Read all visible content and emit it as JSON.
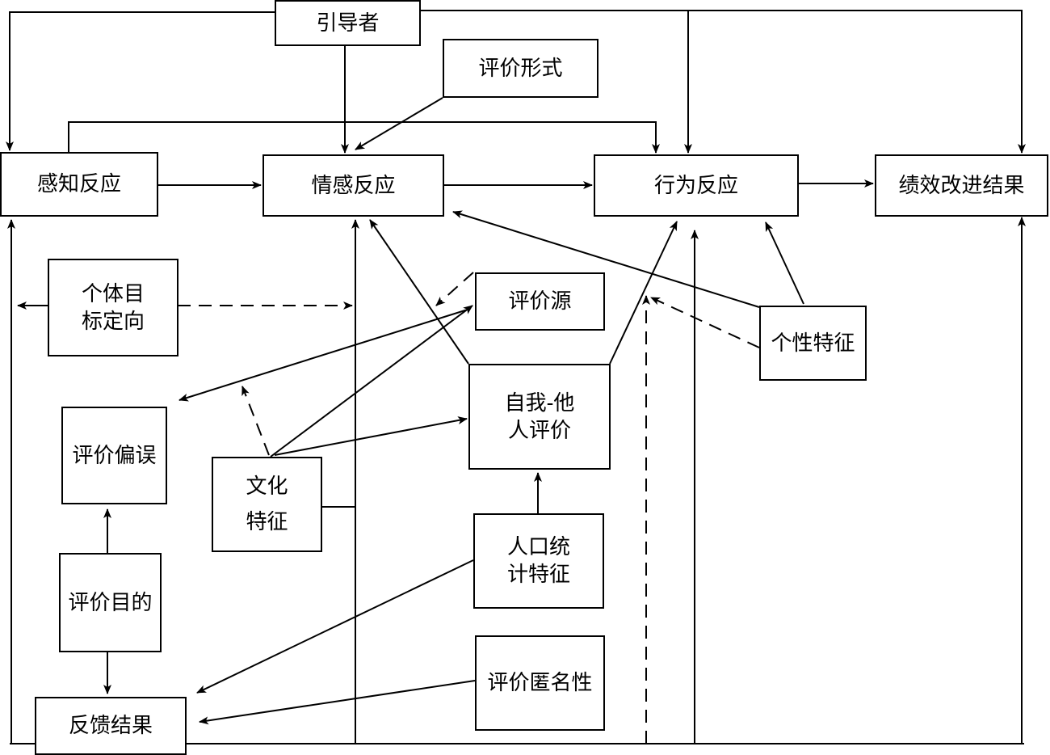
{
  "nodes": {
    "leader": "引导者",
    "appraisal_format": "评价形式",
    "cognitive_reaction": "感知反应",
    "affective_reaction": "情感反应",
    "behavioral_reaction": "行为反应",
    "performance_improvement": "绩效改进结果",
    "goal_orientation": "个体目\n标定向",
    "appraisal_source": "评价源",
    "personality": "个性特征",
    "self_other_rating": "自我-他\n人评价",
    "rating_bias": "评价偏误",
    "culture": "文化\n特征",
    "demographics": "人口统\n计特征",
    "appraisal_purpose": "评价目的",
    "anonymity": "评价匿名性",
    "feedback_result": "反馈结果"
  },
  "colors": {
    "line": "#000000",
    "background": "#ffffff"
  }
}
